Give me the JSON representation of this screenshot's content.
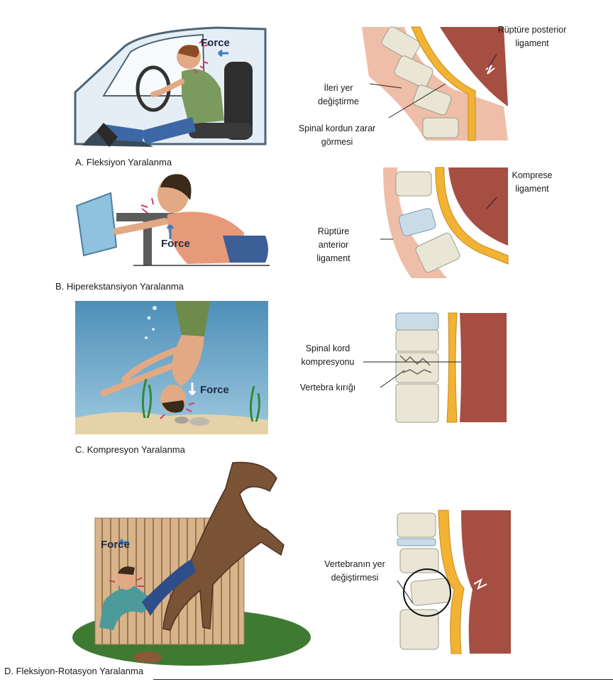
{
  "force_label": "Force",
  "panels": [
    {
      "caption": "A. Fleksiyon Yaralanma",
      "labels": [
        "Rüptüre posterior ligament",
        "İleri yer değiştirme",
        "Spinal kordun zarar görmesi"
      ]
    },
    {
      "caption": "B. Hiperekstansiyon Yaralanma",
      "labels": [
        "Komprese ligament",
        "Rüptüre anterior ligament"
      ]
    },
    {
      "caption": "C. Kompresyon Yaralanma",
      "labels": [
        "Spinal kord kompresyonu",
        "Vertebra kırığı"
      ]
    },
    {
      "caption": "D. Fleksiyon-Rotasyon Yaralanma",
      "labels": [
        "Vertebranın yer değiştirmesi"
      ]
    }
  ],
  "colors": {
    "spinal_cord": "#f2b233",
    "vertebra": "#e9e6d6",
    "disc": "#c9dbe6",
    "muscle": "#a74e43",
    "ligament": "#e8a384",
    "water": "#5e9fc4",
    "force_arrow": "#3a7ec0"
  }
}
